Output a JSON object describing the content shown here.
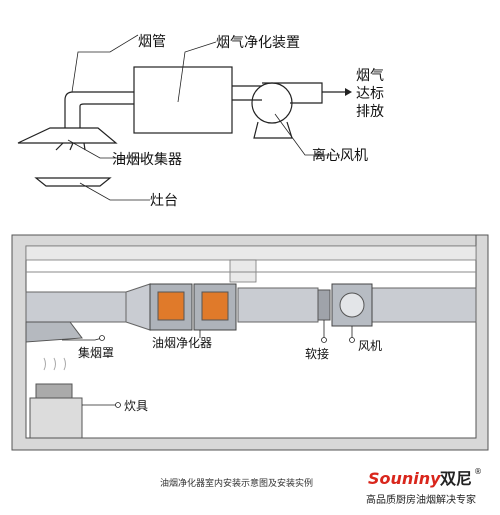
{
  "top_diagram": {
    "labels": {
      "flue": "烟管",
      "purifier": "烟气净化装置",
      "exhaust_line1": "烟气",
      "exhaust_line2": "达标",
      "exhaust_line3": "排放",
      "hood": "油烟收集器",
      "fan": "离心风机",
      "stove": "灶台"
    }
  },
  "bottom_diagram": {
    "labels": {
      "hood": "集烟罩",
      "purifier": "油烟净化器",
      "connector": "软接",
      "fan": "风机",
      "cooker": "炊具"
    },
    "caption": "油烟净化器室内安装示意图及安装实例"
  },
  "brand": {
    "name_latin": "Souniny",
    "name_cn": "双尼",
    "registered": "®",
    "slogan": "高品质厨房油烟解决专家",
    "colors": {
      "accent_red": "#d9261c",
      "accent_green": "#2e8b3a",
      "text": "#222222"
    }
  }
}
